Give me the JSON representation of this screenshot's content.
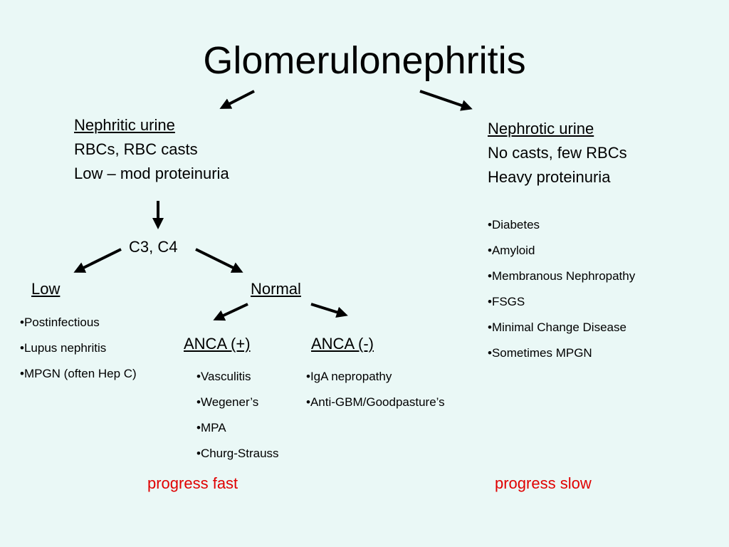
{
  "title": "Glomerulonephritis",
  "nephritic": {
    "heading": "Nephritic urine",
    "lines": [
      "RBCs, RBC casts",
      "Low – mod proteinuria"
    ]
  },
  "nephrotic": {
    "heading": "Nephrotic urine",
    "lines": [
      "No casts, few RBCs",
      "Heavy proteinuria"
    ],
    "causes": [
      "•Diabetes",
      "•Amyloid",
      "•Membranous Nephropathy",
      "•FSGS",
      "•Minimal Change Disease",
      "•Sometimes MPGN"
    ]
  },
  "complement": {
    "label": "C3, C4",
    "low": {
      "label": "Low",
      "causes": [
        "•Postinfectious",
        "•Lupus nephritis",
        "•MPGN (often Hep C)"
      ]
    },
    "normal": {
      "label": "Normal",
      "anca_pos": {
        "label": "ANCA (+)",
        "causes": [
          "•Vasculitis",
          "•Wegener’s",
          "•MPA",
          "•Churg-Strauss"
        ]
      },
      "anca_neg": {
        "label": "ANCA (-)",
        "causes": [
          "•IgA nepropathy",
          "•Anti-GBM/Goodpasture’s"
        ]
      }
    }
  },
  "progress_fast": "progress fast",
  "progress_slow": "progress slow",
  "colors": {
    "background": "#eaf8f6",
    "text": "#000000",
    "accent": "#e00000"
  }
}
